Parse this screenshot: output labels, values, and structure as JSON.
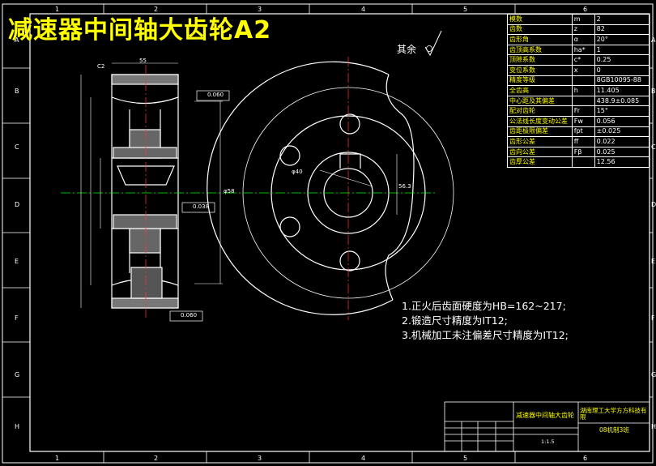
{
  "title": "减速器中间轴大齿轮A2",
  "remainder_note": "其余",
  "notes": [
    "1.正火后齿面硬度为HB=162~217;",
    "2.锻造尺寸精度为IT12;",
    "3.机械加工未注偏差尺寸精度为IT12;"
  ],
  "param_table": [
    {
      "name": "模数",
      "sym": "m",
      "val": "2"
    },
    {
      "name": "齿数",
      "sym": "z",
      "val": "82"
    },
    {
      "name": "齿形角",
      "sym": "α",
      "val": "20°"
    },
    {
      "name": "齿顶高系数",
      "sym": "ha*",
      "val": "1"
    },
    {
      "name": "顶隙系数",
      "sym": "c*",
      "val": "0.25"
    },
    {
      "name": "变位系数",
      "sym": "x",
      "val": "0"
    },
    {
      "name": "精度等级",
      "sym": "",
      "val": "8GB10095-88"
    },
    {
      "name": "全齿高",
      "sym": "h",
      "val": "11.405"
    },
    {
      "name": "中心距及其偏差",
      "sym": "",
      "val": "438.9±0.085"
    },
    {
      "name": "配对齿轮",
      "sym": "Fr",
      "val": "15°"
    },
    {
      "name": "公法线长度变动公差",
      "sym": "Fw",
      "val": "0.056"
    },
    {
      "name": "齿距极限偏差",
      "sym": "fpt",
      "val": "±0.025"
    },
    {
      "name": "齿形公差",
      "sym": "ff",
      "val": "0.022"
    },
    {
      "name": "齿向公差",
      "sym": "Fβ",
      "val": "0.025"
    },
    {
      "name": "齿厚公差",
      "sym": "",
      "val": "12.56"
    }
  ],
  "title_block": {
    "name": "减速器中间轴大齿轮",
    "school": "湖南理工大学方方科技有限",
    "class": "08机制3班",
    "scale": "1:1.5"
  },
  "grid": {
    "columns": [
      "1",
      "2",
      "3",
      "4",
      "5",
      "6"
    ],
    "rows": [
      "A",
      "B",
      "C",
      "D",
      "E",
      "F",
      "G",
      "H"
    ]
  },
  "dims": {
    "width": "55",
    "bore": "φ58",
    "keyway": "56.3",
    "chamfer": "C2",
    "runout1": "0.060",
    "runout2": "0.038",
    "runout3": "0.060",
    "hole": "φ40"
  }
}
